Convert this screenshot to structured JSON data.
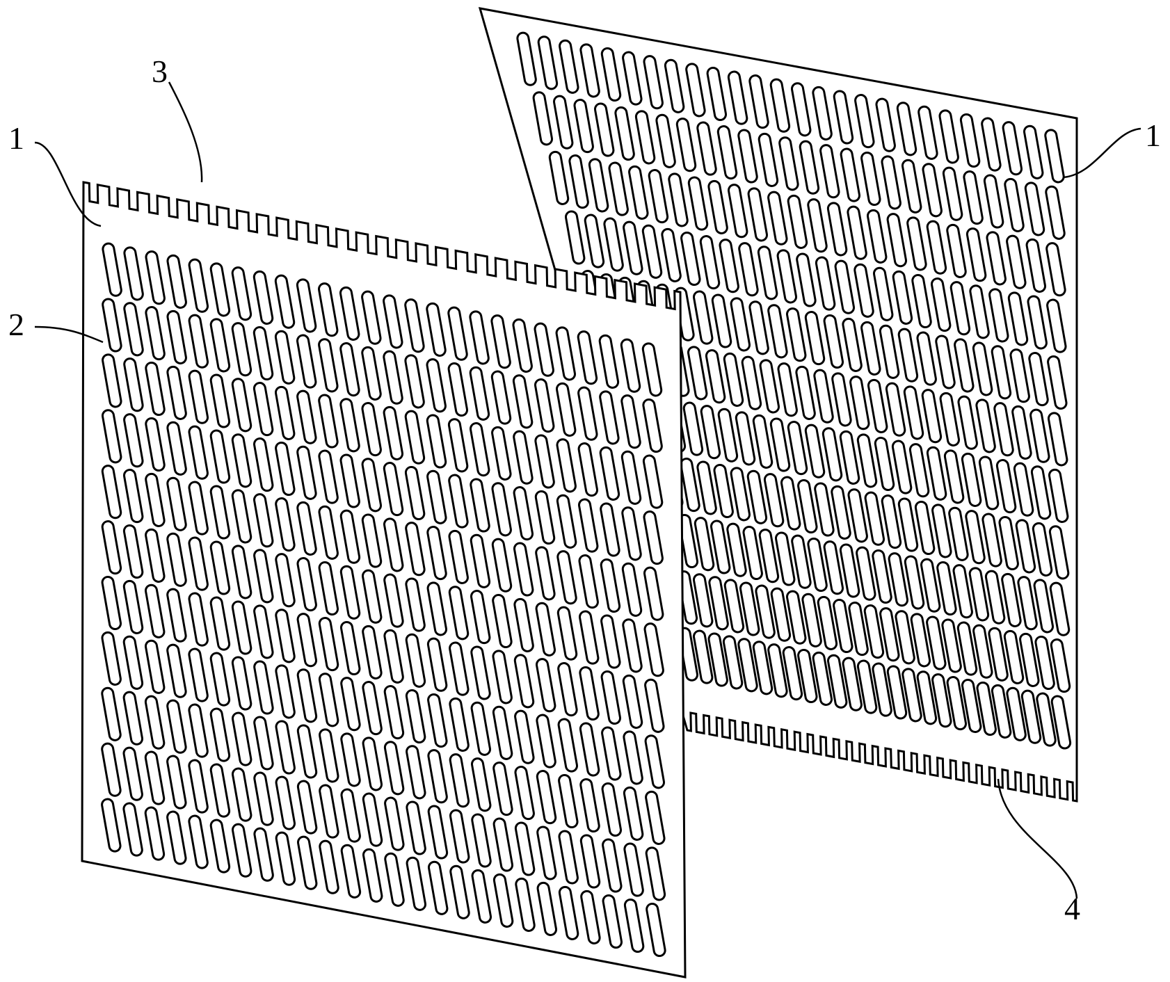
{
  "figure": {
    "plates": [
      {
        "id": "back-plate",
        "slot_rows": 11,
        "slot_cols": 26,
        "serrated_edge": "bottom"
      },
      {
        "id": "front-plate",
        "slot_rows": 11,
        "slot_cols": 26,
        "serrated_edge": "top"
      }
    ],
    "labels": {
      "front_plate": "1",
      "back_plate": "1",
      "slot": "2",
      "front_serration": "3",
      "back_serration": "4"
    }
  }
}
